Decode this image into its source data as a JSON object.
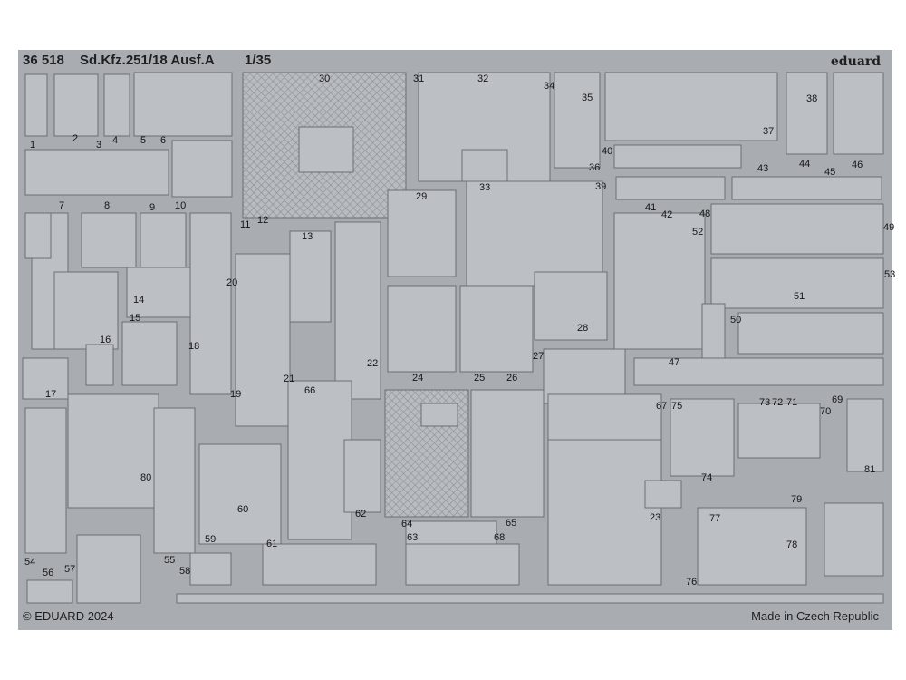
{
  "header": {
    "code": "36 518",
    "title": "Sd.Kfz.251/18 Ausf.A",
    "scale": "1/35",
    "brand": "eduard"
  },
  "footer": {
    "copyright": "© EDUARD 2024",
    "origin": "Made in Czech Republic"
  },
  "colors": {
    "fret": "#a9adb1",
    "part": "#bcc0c4",
    "outline": "#6b6f73",
    "text": "#1e1f20"
  },
  "part_numbers": [
    "1",
    "2",
    "3",
    "4",
    "5",
    "6",
    "7",
    "8",
    "9",
    "10",
    "11",
    "12",
    "13",
    "14",
    "15",
    "16",
    "17",
    "18",
    "19",
    "20",
    "21",
    "22",
    "23",
    "24",
    "25",
    "26",
    "27",
    "28",
    "29",
    "30",
    "31",
    "32",
    "33",
    "34",
    "35",
    "36",
    "37",
    "38",
    "39",
    "40",
    "41",
    "42",
    "43",
    "44",
    "45",
    "46",
    "47",
    "48",
    "49",
    "50",
    "51",
    "52",
    "53",
    "54",
    "55",
    "56",
    "57",
    "58",
    "59",
    "60",
    "61",
    "62",
    "63",
    "64",
    "65",
    "66",
    "67",
    "68",
    "69",
    "70",
    "71",
    "72",
    "73",
    "74",
    "75",
    "76",
    "77",
    "78",
    "79",
    "80",
    "81"
  ]
}
